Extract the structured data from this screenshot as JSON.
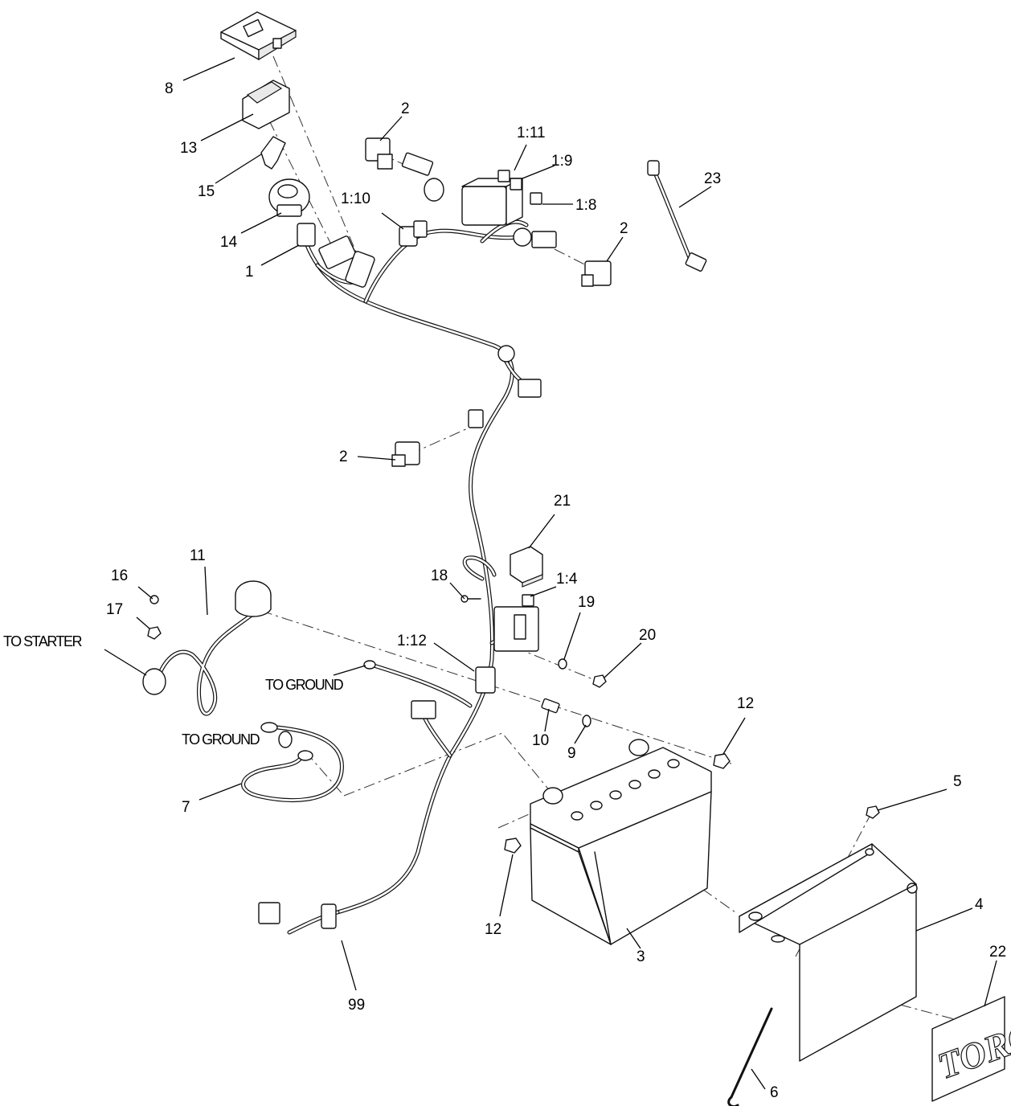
{
  "labels": {
    "l8": "8",
    "l13": "13",
    "l15": "15",
    "l14": "14",
    "l1": "1",
    "l2a": "2",
    "l2b": "2",
    "l2c": "2",
    "l1_11": "1:11",
    "l1_9": "1:9",
    "l1_8": "1:8",
    "l1_10": "1:10",
    "l23": "23",
    "l21": "21",
    "l18": "18",
    "l1_4": "1:4",
    "l19": "19",
    "l20": "20",
    "l1_12": "1:12",
    "l16": "16",
    "l17": "17",
    "l11": "11",
    "to_starter": "TO STARTER",
    "to_ground_1": "TO GROUND",
    "to_ground_2": "TO GROUND",
    "l7": "7",
    "l10": "10",
    "l9": "9",
    "l12a": "12",
    "l12b": "12",
    "l5": "5",
    "l4": "4",
    "l3": "3",
    "l22": "22",
    "l6": "6",
    "l99": "99"
  },
  "logo_text": "TORO"
}
